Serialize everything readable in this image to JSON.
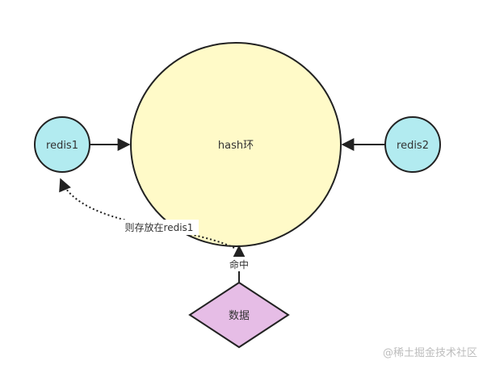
{
  "nodes": {
    "hash_ring": {
      "label": "hash环",
      "fill": "#fffac8",
      "stroke": "#222222"
    },
    "redis1": {
      "label": "redis1",
      "fill": "#b2ebf0",
      "stroke": "#222222"
    },
    "redis2": {
      "label": "redis2",
      "fill": "#b2ebf0",
      "stroke": "#222222"
    },
    "data": {
      "label": "数据",
      "fill": "#e6bde6",
      "stroke": "#222222"
    }
  },
  "edges": {
    "data_to_ring": {
      "label": "命中"
    },
    "ring_to_redis1": {
      "label": "则存放在redis1"
    }
  },
  "watermark": "@稀土掘金技术社区"
}
